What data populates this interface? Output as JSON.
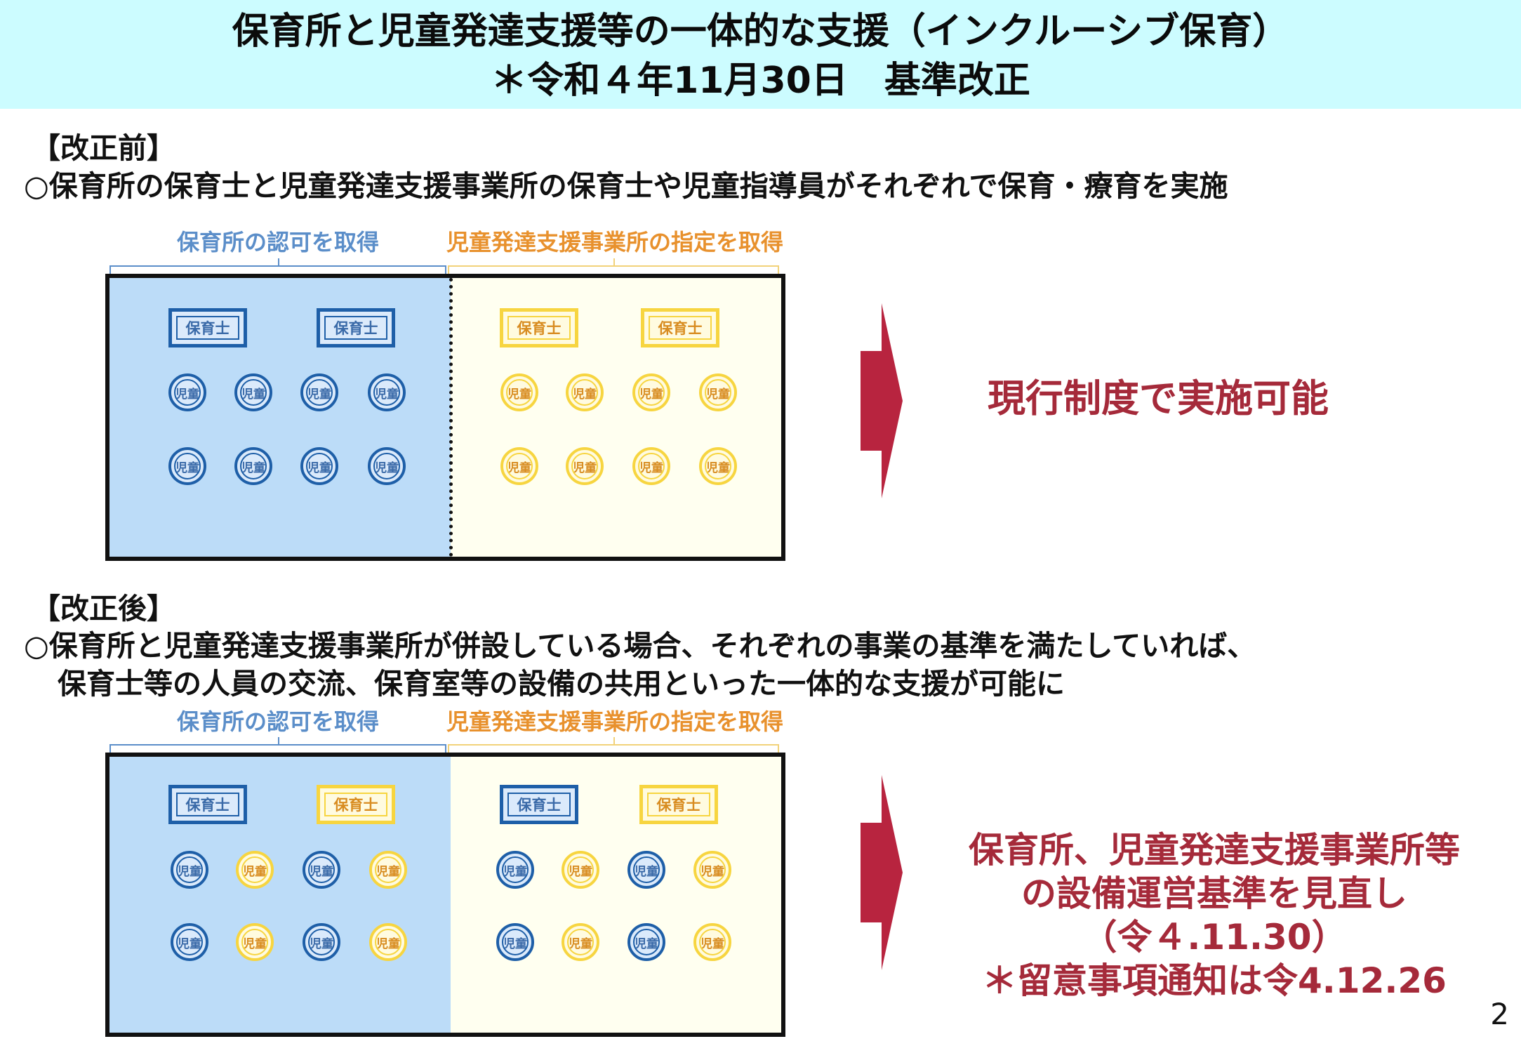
{
  "header": {
    "title_line1": "保育所と児童発達支援等の一体的な支援（インクルーシブ保育）",
    "title_line2": "＊令和４年11月30日　基準改正"
  },
  "before": {
    "heading": "【改正前】",
    "description": "○保育所の保育士と児童発達支援事業所の保育士や児童指導員がそれぞれで保育・療育を実施",
    "caption_left": "保育所の認可を取得",
    "caption_right": "児童発達支援事業所の指定を取得",
    "result": "現行制度で実施可能"
  },
  "after": {
    "heading": "【改正後】",
    "description_line1": "○保育所と児童発達支援事業所が併設している場合、それぞれの事業の基準を満たしていれば、",
    "description_line2": "保育士等の人員の交流、保育室等の設備の共用といった一体的な支援が可能に",
    "caption_left": "保育所の認可を取得",
    "caption_right": "児童発達支援事業所の指定を取得",
    "result_line1": "保育所、児童発達支援事業所等",
    "result_line2": "の設備運営基準を見直し",
    "result_line3": "（令４.11.30）",
    "result_line4": "＊留意事項通知は令4.12.26"
  },
  "labels": {
    "staff": "保育士",
    "child": "児童"
  },
  "page_number": "2",
  "colors": {
    "header_bg": "#ccfcff",
    "nursery_blue": "#1e5fa8",
    "nursery_zone": "#bcdcf8",
    "support_yellow": "#f7d540",
    "support_zone": "#fffff0",
    "caption_blue": "#5b8ec9",
    "caption_orange": "#e8912d",
    "arrow_red": "#b8243f",
    "result_red": "#a52a3a"
  }
}
